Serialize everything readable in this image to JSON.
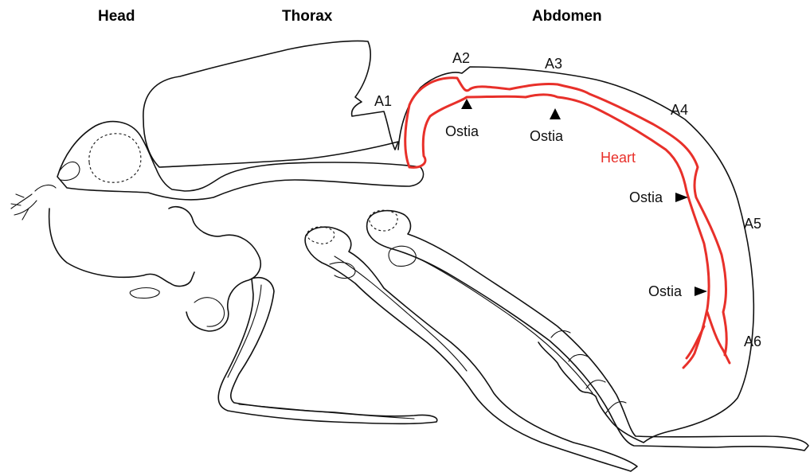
{
  "colors": {
    "heart": "#e8302a",
    "outline": "#111111",
    "background": "#ffffff"
  },
  "regions": {
    "head": "Head",
    "thorax": "Thorax",
    "abdomen": "Abdomen"
  },
  "segments": {
    "a1": "A1",
    "a2": "A2",
    "a3": "A3",
    "a4": "A4",
    "a5": "A5",
    "a6": "A6"
  },
  "labels": {
    "heart": "Heart",
    "ostia_1": "Ostia",
    "ostia_2": "Ostia",
    "ostia_3": "Ostia",
    "ostia_4": "Ostia"
  },
  "icons": {
    "ostia_marker": "black-triangle-arrow"
  }
}
